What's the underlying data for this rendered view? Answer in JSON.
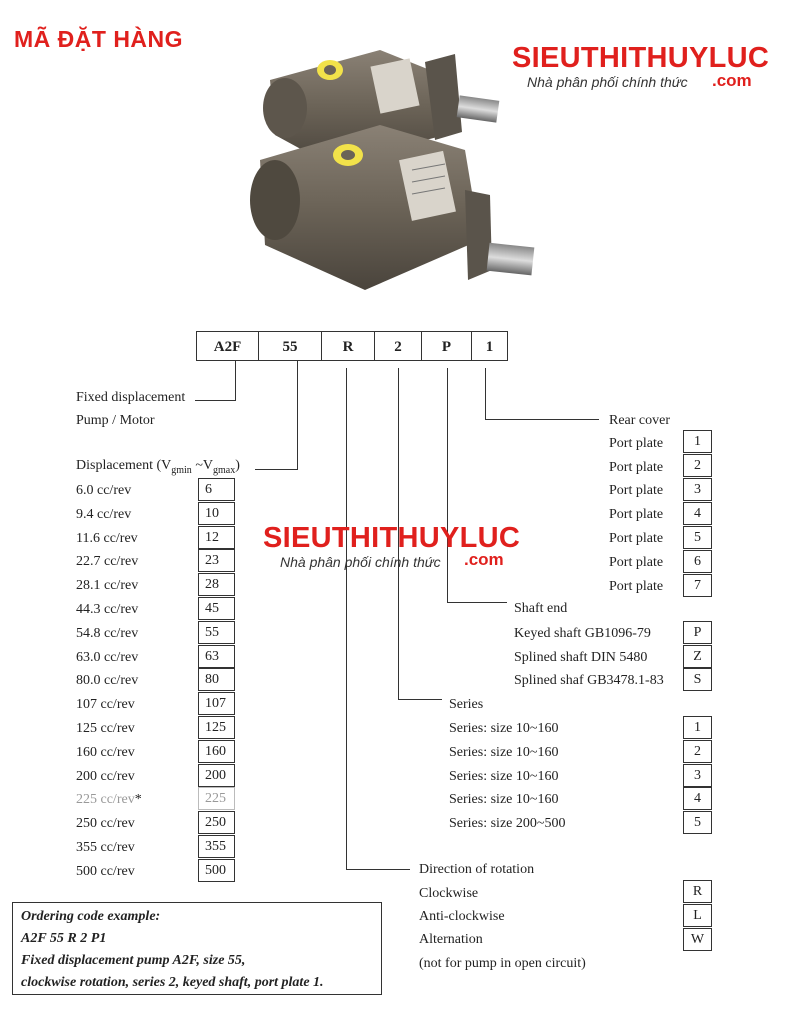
{
  "page_title": "MÃ ĐẶT HÀNG",
  "brand": {
    "name": "SIEUTHITHUYLUC",
    "tagline": "Nhà phân phối chính thức",
    "domain": ".com"
  },
  "code_boxes": [
    "A2F",
    "55",
    "R",
    "2",
    "P",
    "1"
  ],
  "pump_type": {
    "line1": "Fixed displacement",
    "line2": "Pump / Motor"
  },
  "displacement": {
    "heading_prefix": "Displacement (V",
    "sub1": "gmin",
    "mid": " ~V",
    "sub2": "gmax",
    "heading_suffix": ")",
    "rows": [
      {
        "label": "6.0 cc/rev",
        "code": "6"
      },
      {
        "label": "9.4 cc/rev",
        "code": "10"
      },
      {
        "label": "11.6 cc/rev",
        "code": "12"
      },
      {
        "label": "22.7 cc/rev",
        "code": "23"
      },
      {
        "label": "28.1 cc/rev",
        "code": "28"
      },
      {
        "label": "44.3 cc/rev",
        "code": "45"
      },
      {
        "label": "54.8 cc/rev",
        "code": "55"
      },
      {
        "label": "63.0 cc/rev",
        "code": "63"
      },
      {
        "label": "80.0 cc/rev",
        "code": "80"
      },
      {
        "label": "107 cc/rev",
        "code": "107"
      },
      {
        "label": "125 cc/rev",
        "code": "125"
      },
      {
        "label": "160 cc/rev",
        "code": "160"
      },
      {
        "label": "200 cc/rev",
        "code": "200"
      },
      {
        "label": "225 cc/rev",
        "code": "225",
        "star": "*"
      },
      {
        "label": "250 cc/rev",
        "code": "250"
      },
      {
        "label": "355 cc/rev",
        "code": "355"
      },
      {
        "label": "500 cc/rev",
        "code": "500"
      }
    ]
  },
  "rear_cover": {
    "heading": "Rear cover",
    "rows": [
      {
        "label": "Port plate",
        "code": "1"
      },
      {
        "label": "Port plate",
        "code": "2"
      },
      {
        "label": "Port plate",
        "code": "3"
      },
      {
        "label": "Port plate",
        "code": "4"
      },
      {
        "label": "Port plate",
        "code": "5"
      },
      {
        "label": "Port plate",
        "code": "6"
      },
      {
        "label": "Port plate",
        "code": "7"
      }
    ]
  },
  "shaft_end": {
    "heading": "Shaft end",
    "rows": [
      {
        "label": "Keyed shaft GB1096-79",
        "code": "P"
      },
      {
        "label": "Splined shaft DIN 5480",
        "code": "Z"
      },
      {
        "label": "Splined shaf GB3478.1-83",
        "code": "S"
      }
    ]
  },
  "series": {
    "heading": "Series",
    "rows": [
      {
        "label": "Series: size 10~160",
        "code": "1"
      },
      {
        "label": "Series: size 10~160",
        "code": "2"
      },
      {
        "label": "Series: size 10~160",
        "code": "3"
      },
      {
        "label": "Series: size 10~160",
        "code": "4"
      },
      {
        "label": "Series: size 200~500",
        "code": "5"
      }
    ]
  },
  "rotation": {
    "heading": "Direction of rotation",
    "rows": [
      {
        "label": "Clockwise",
        "code": "R"
      },
      {
        "label": "Anti-clockwise",
        "code": "L"
      },
      {
        "label": "Alternation",
        "code": "W"
      }
    ],
    "note": "(not for pump in open circuit)"
  },
  "example": {
    "line1": "Ordering code example:",
    "line2": "A2F 55 R 2 P1",
    "line3": "Fixed displacement pump A2F, size 55,",
    "line4": "clockwise rotation, series 2, keyed shaft, port plate 1."
  },
  "colors": {
    "brand_red": "#e0201d",
    "pump_body": "#6b6357",
    "port_yellow": "#f2e24a"
  }
}
